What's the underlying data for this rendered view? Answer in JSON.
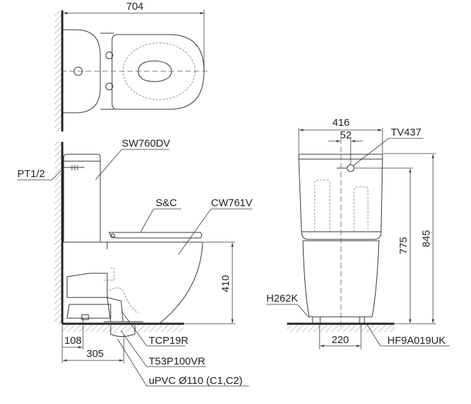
{
  "top_view": {
    "width_dim": "704"
  },
  "side_view": {
    "tank_label": "SW760DV",
    "inlet_label": "PT1/2",
    "seat_label": "S&C",
    "bowl_label": "CW761V",
    "height_dim": "410",
    "rough_in_dim_1": "108",
    "rough_in_dim_2": "305",
    "flange_label": "TCP19R",
    "connector_label": "T53P100VR",
    "pipe_label": "uPVC Ø110 (C1,C2)"
  },
  "front_view": {
    "width_dim": "416",
    "offset_dim": "52",
    "valve_label": "TV437",
    "inlet_height_dim": "775",
    "total_height_dim": "845",
    "bolt_cap_label": "H262K",
    "bolt_spacing_dim": "220",
    "fixing_label": "HF9A019UK"
  }
}
